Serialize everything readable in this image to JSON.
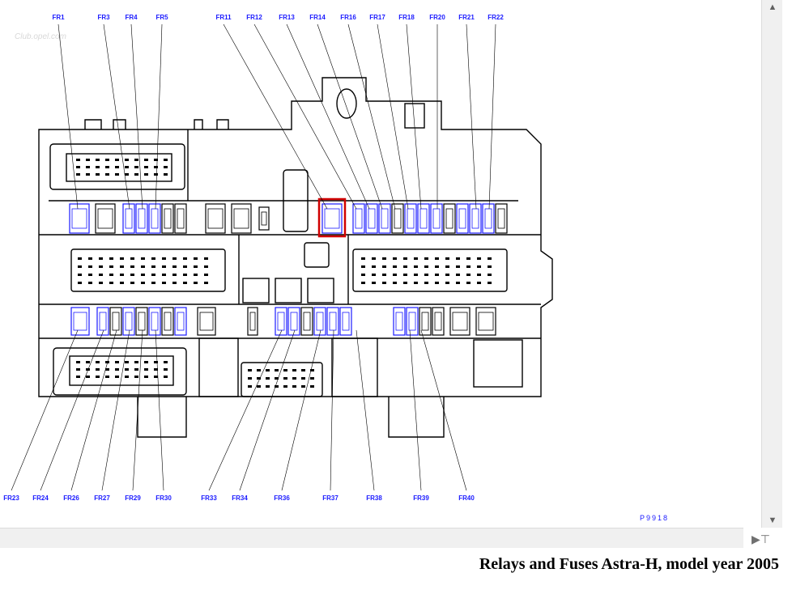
{
  "diagram": {
    "top_labels": [
      "FR1",
      "FR3",
      "FR4",
      "FR5",
      "FR11",
      "FR12",
      "FR13",
      "FR14",
      "FR16",
      "FR17",
      "FR18",
      "FR20",
      "FR21",
      "FR22"
    ],
    "bottom_labels": [
      "FR23",
      "FR24",
      "FR26",
      "FR27",
      "FR29",
      "FR30",
      "FR33",
      "FR34",
      "FR36",
      "FR37",
      "FR38",
      "FR39",
      "FR40"
    ],
    "code": "P9918",
    "watermark": "Club.opel.com",
    "highlight_color": "#d00000",
    "fuse_color": "#1a1aff"
  },
  "caption": "Relays and Fuses Astra-H, model year 2005",
  "icons": {
    "scroll_up": "▲",
    "scroll_down": "▼",
    "corner": "▶⊤"
  }
}
